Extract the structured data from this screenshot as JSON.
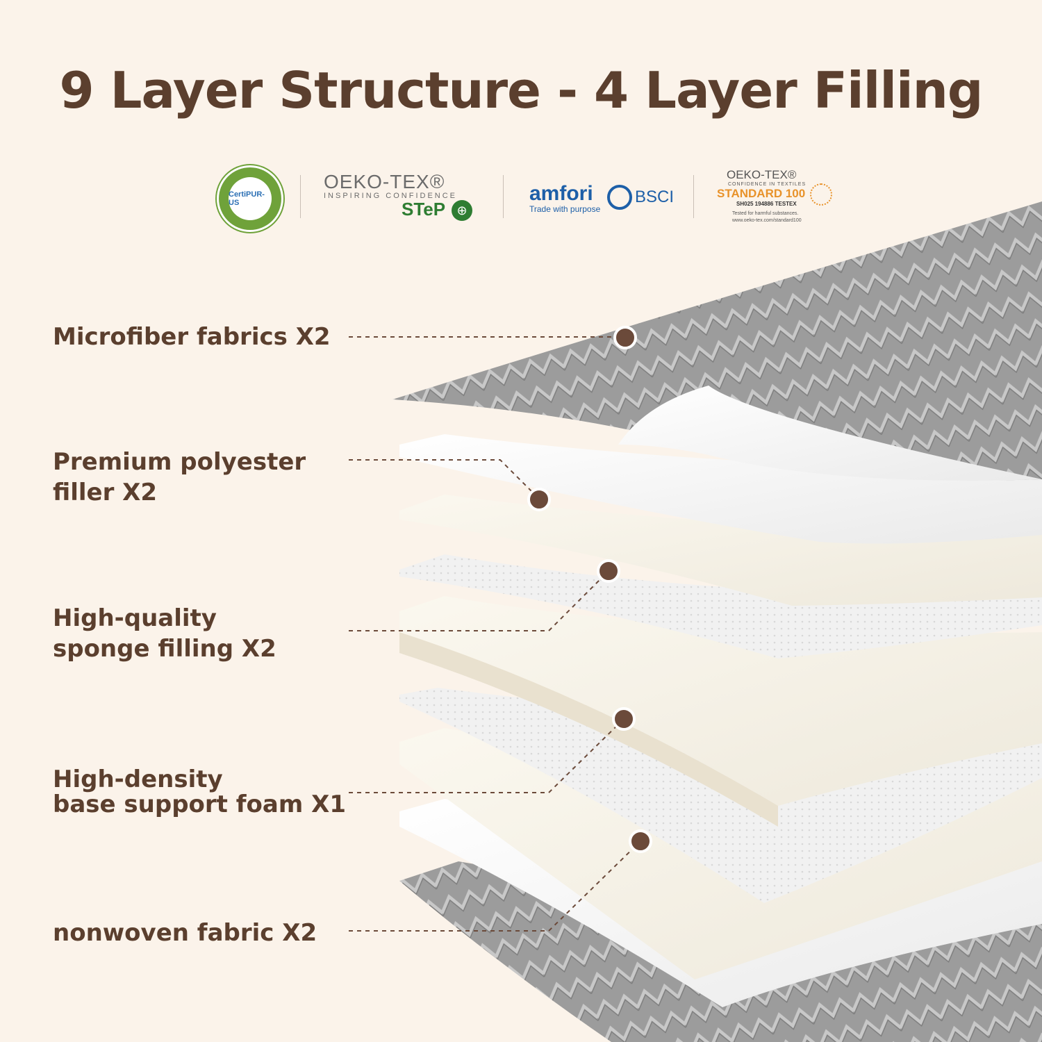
{
  "title": "9 Layer Structure - 4 Layer Filling",
  "certifications": {
    "certipur": "CertiPUR-US",
    "oeko_step": {
      "brand": "OEKO-TEX®",
      "subtitle": "INSPIRING CONFIDENCE",
      "mark": "STeP"
    },
    "amfori": {
      "brand": "amfori",
      "program": "BSCI",
      "tagline": "Trade with purpose"
    },
    "oeko_standard": {
      "brand": "OEKO-TEX®",
      "subtitle": "CONFIDENCE IN TEXTILES",
      "standard": "STANDARD 100",
      "code": "SH025 194886 TESTEX",
      "note1": "Tested for harmful substances.",
      "note2": "www.oeko-tex.com/standard100"
    }
  },
  "layers": [
    {
      "line1": "Microfiber fabrics X2",
      "line2": ""
    },
    {
      "line1": "Premium polyester",
      "line2": "filler X2"
    },
    {
      "line1": "High-quality",
      "line2": "sponge filling X2"
    },
    {
      "line1": "High-density",
      "line2": "base support foam X1"
    },
    {
      "line1": "nonwoven fabric X2",
      "line2": ""
    }
  ],
  "colors": {
    "background": "#fbf3ea",
    "text": "#5b3f2e",
    "fabric": "#9a9a9a",
    "marker": "#6b4a3a"
  }
}
